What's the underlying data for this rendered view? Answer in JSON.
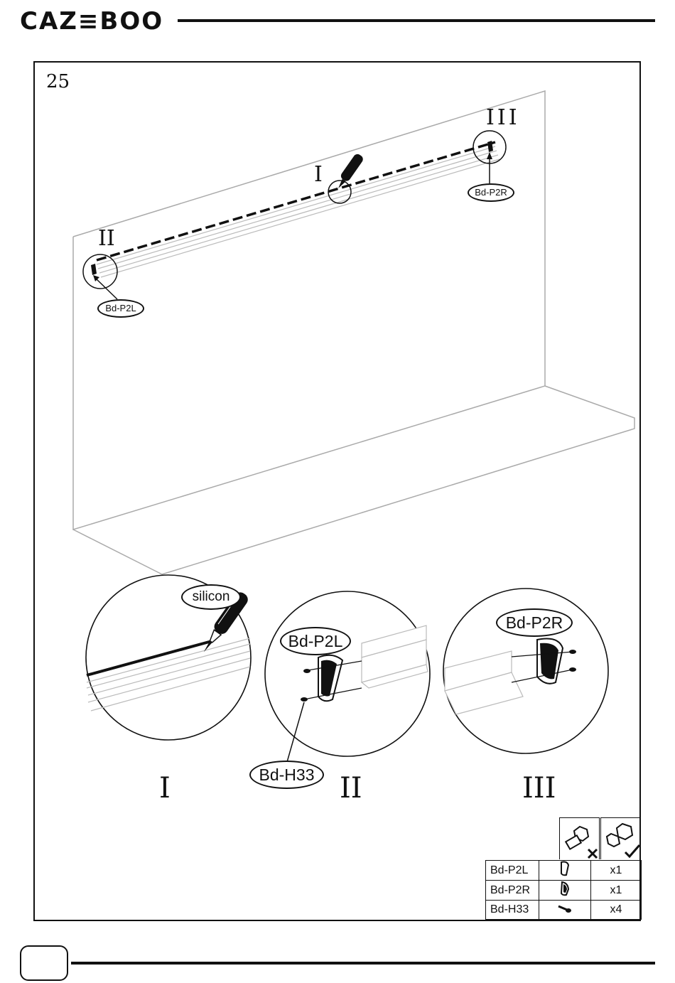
{
  "header": {
    "brand": "CAZ≡BOO"
  },
  "step": {
    "number": "25"
  },
  "overview": {
    "detail_marks": {
      "one": "I",
      "two": "II",
      "three": "III"
    },
    "part_labels": {
      "left": "Bd-P2L",
      "right": "Bd-P2R"
    }
  },
  "details": {
    "one": {
      "roman": "I",
      "callout": "silicon"
    },
    "two": {
      "roman": "II",
      "callout_top": "Bd-P2L",
      "callout_bottom": "Bd-H33"
    },
    "three": {
      "roman": "III",
      "callout": "Bd-P2R"
    }
  },
  "parts_table": {
    "icons": [
      "loose-bolt-cross-icon",
      "tightened-bolt-check-icon"
    ],
    "rows": [
      {
        "code": "Bd-P2L",
        "icon": "end-cap-left-icon",
        "qty": "x1"
      },
      {
        "code": "Bd-P2R",
        "icon": "end-cap-right-icon",
        "qty": "x1"
      },
      {
        "code": "Bd-H33",
        "icon": "screw-icon",
        "qty": "x4"
      }
    ]
  }
}
